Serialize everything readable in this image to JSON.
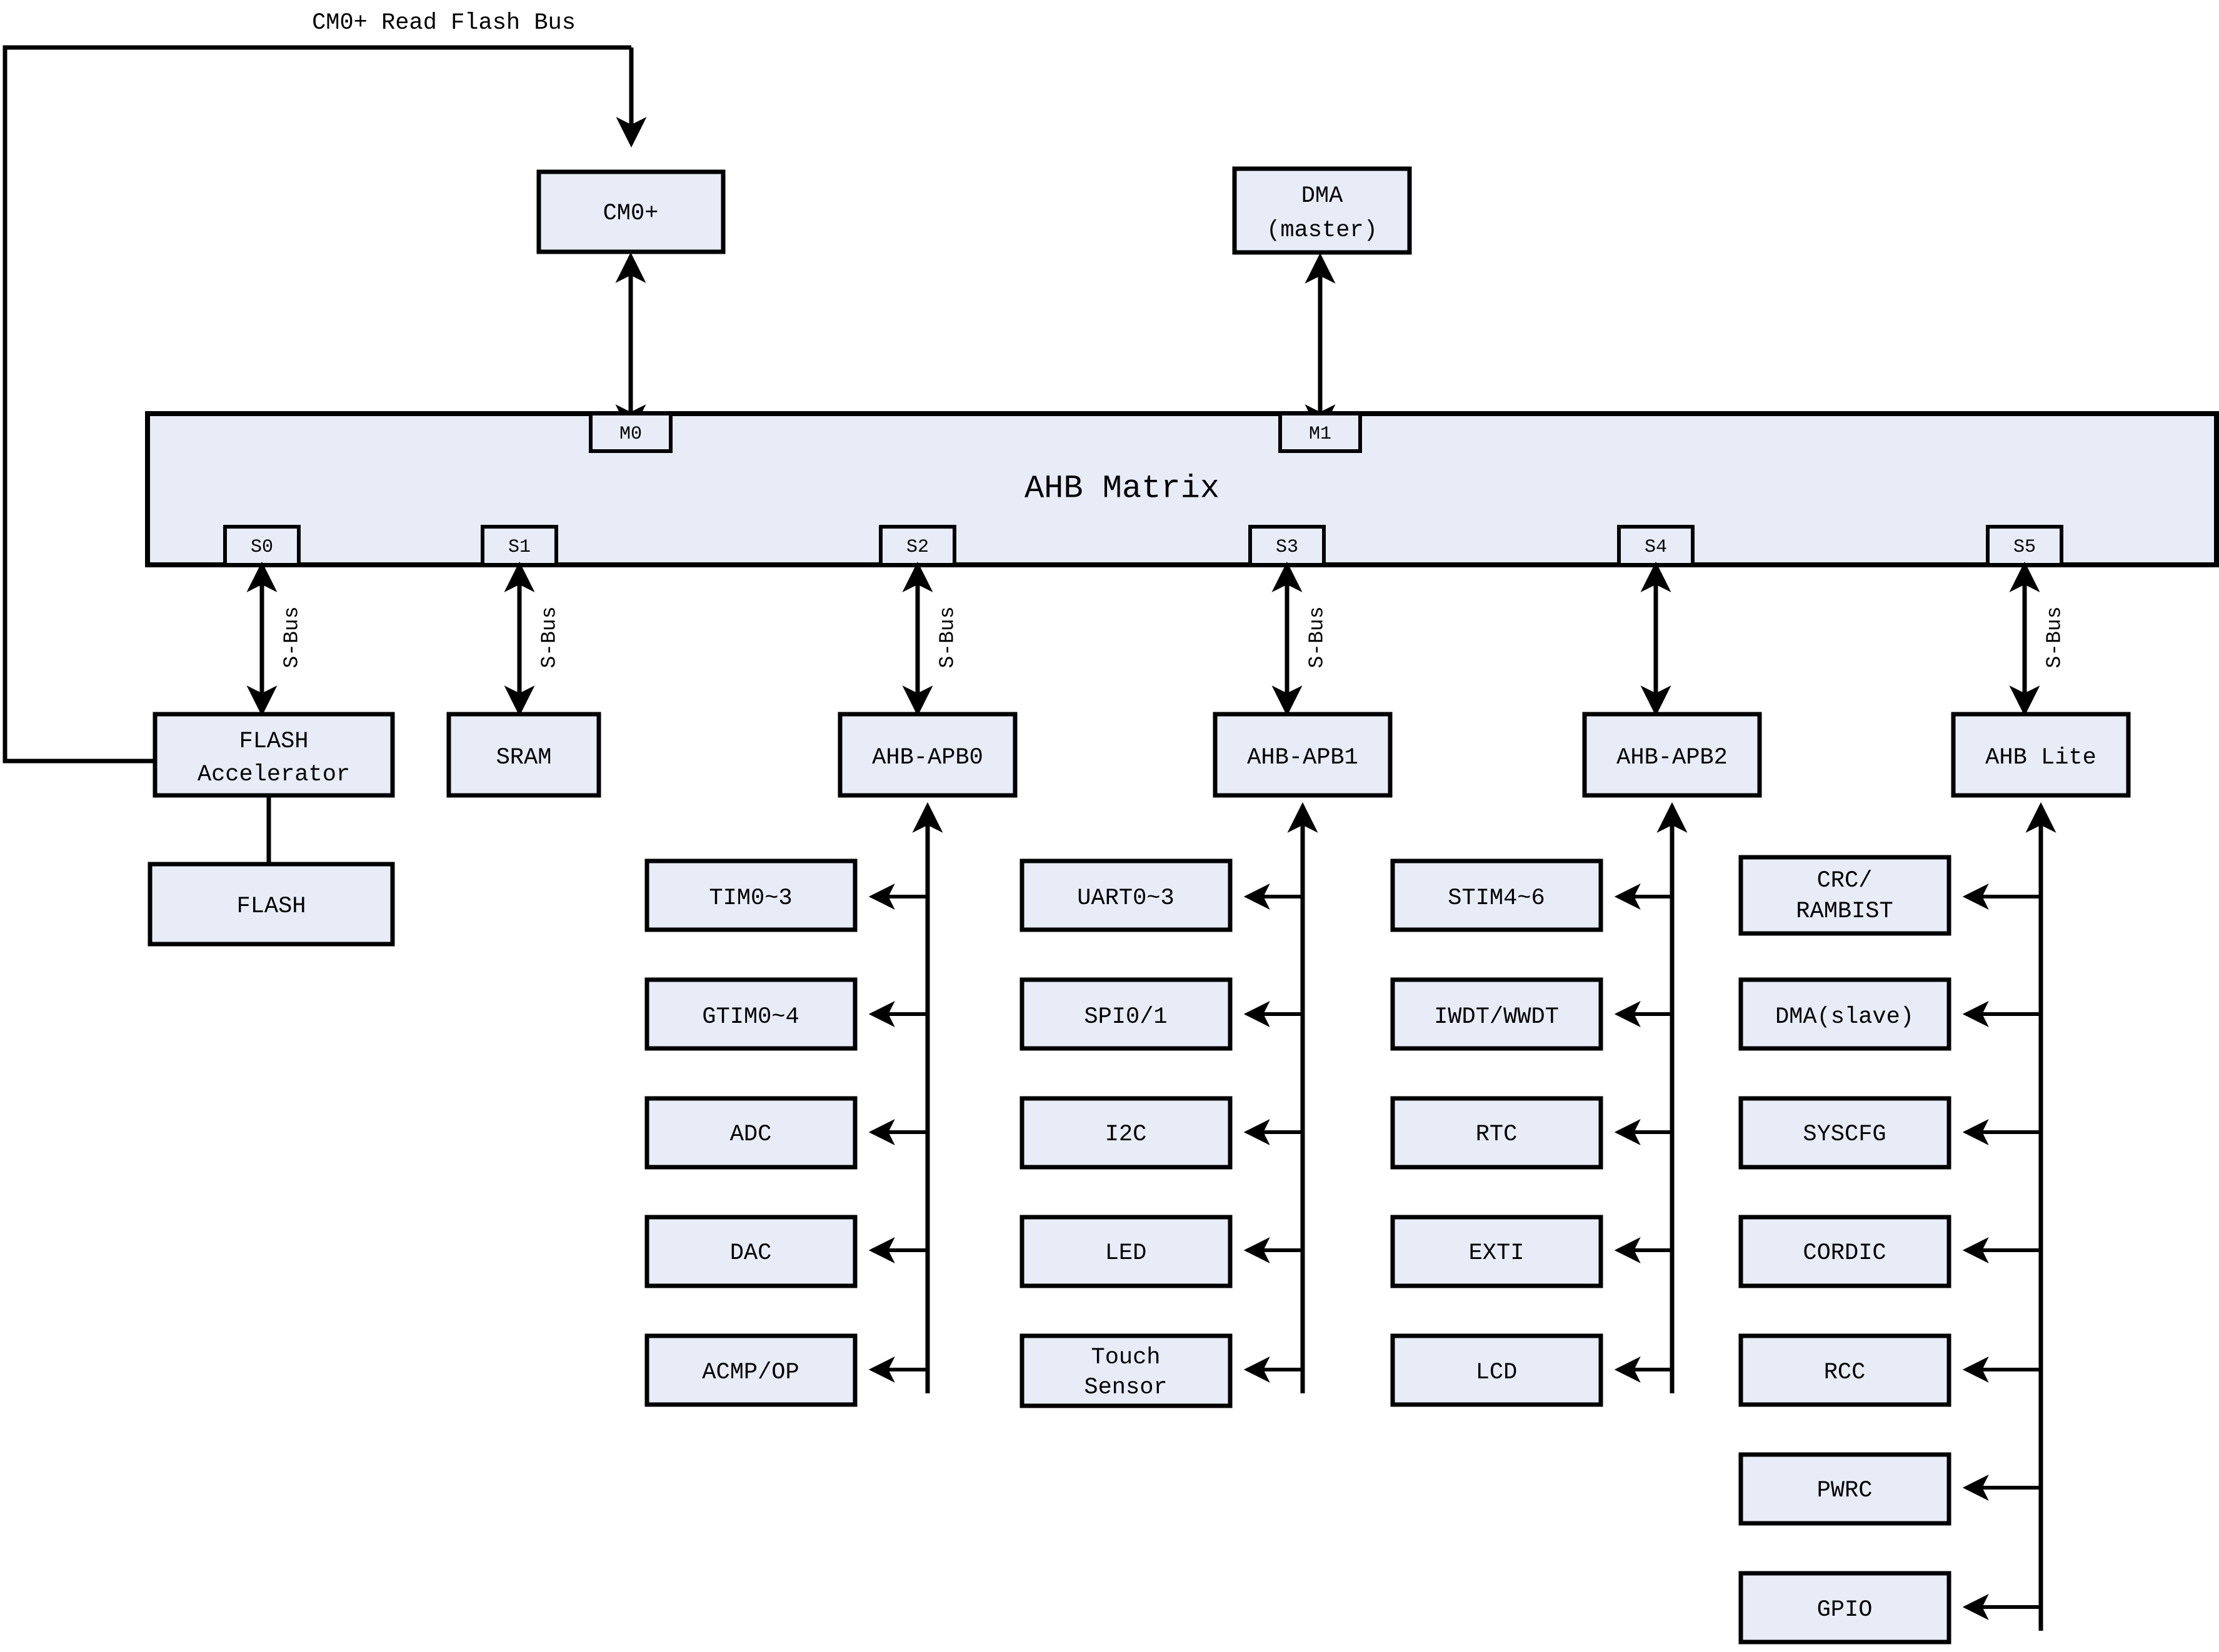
{
  "diagram": {
    "title_label": "CM0+ Read Flash Bus",
    "matrix": {
      "label": "AHB Matrix",
      "master_ports": [
        "M0",
        "M1"
      ],
      "slave_ports": [
        "S0",
        "S1",
        "S2",
        "S3",
        "S4",
        "S5"
      ]
    },
    "bus_label": "S-Bus",
    "masters": [
      {
        "label": "CM0+",
        "port": "M0"
      },
      {
        "label_line1": "DMA",
        "label_line2": "(master)",
        "port": "M1"
      }
    ],
    "slaves": [
      {
        "label_line1": "FLASH",
        "label_line2": "Accelerator",
        "port": "S0"
      },
      {
        "label": "SRAM",
        "port": "S1"
      },
      {
        "label": "AHB-APB0",
        "port": "S2"
      },
      {
        "label": "AHB-APB1",
        "port": "S3"
      },
      {
        "label": "AHB-APB2",
        "port": "S4"
      },
      {
        "label": "AHB Lite",
        "port": "S5"
      }
    ],
    "flash_memory": {
      "label": "FLASH"
    },
    "peripheral_columns": [
      {
        "bridge": "AHB-APB0",
        "items": [
          {
            "label": "TIM0~3"
          },
          {
            "label": "GTIM0~4"
          },
          {
            "label": "ADC"
          },
          {
            "label": "DAC"
          },
          {
            "label": "ACMP/OP"
          }
        ]
      },
      {
        "bridge": "AHB-APB1",
        "items": [
          {
            "label": "UART0~3"
          },
          {
            "label": "SPI0/1"
          },
          {
            "label": "I2C"
          },
          {
            "label": "LED"
          },
          {
            "label_line1": "Touch",
            "label_line2": "Sensor"
          }
        ]
      },
      {
        "bridge": "AHB-APB2",
        "items": [
          {
            "label": "STIM4~6"
          },
          {
            "label": "IWDT/WWDT"
          },
          {
            "label": "RTC"
          },
          {
            "label": "EXTI"
          },
          {
            "label": "LCD"
          }
        ]
      },
      {
        "bridge": "AHB Lite",
        "items": [
          {
            "label_line1": "CRC/",
            "label_line2": "RAMBIST"
          },
          {
            "label": "DMA(slave)"
          },
          {
            "label": "SYSCFG"
          },
          {
            "label": "CORDIC"
          },
          {
            "label": "RCC"
          },
          {
            "label": "PWRC"
          },
          {
            "label": "GPIO"
          }
        ]
      }
    ],
    "colors": {
      "box_fill": "#e7ecf7",
      "stroke": "#000000",
      "background": "#ffffff"
    }
  }
}
